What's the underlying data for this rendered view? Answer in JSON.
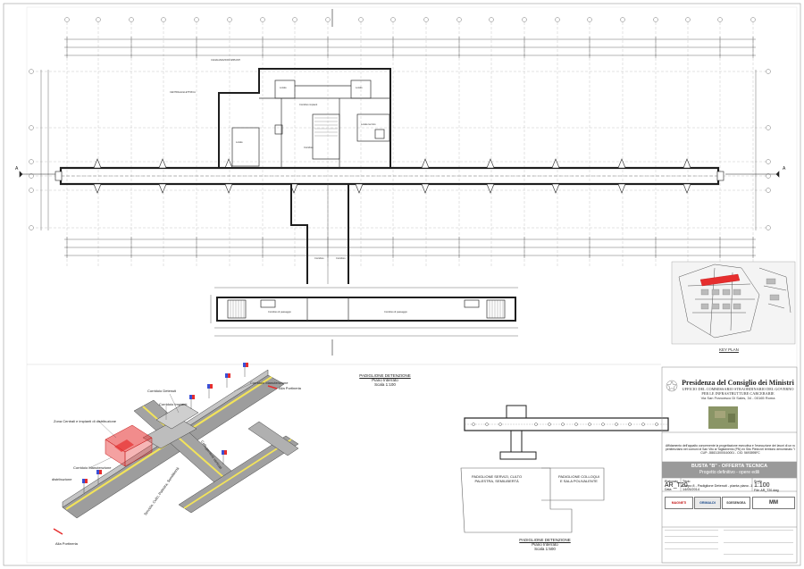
{
  "main_plan": {
    "caption_title": "PADIGLIONE DETENZIONE",
    "caption_floor": "Piano Interrato",
    "caption_scale": "Scala 1:100",
    "axis_left": "A",
    "axis_right": "A"
  },
  "small_plan": {
    "caption_title": "PADIGLIONE DETENZIONE",
    "caption_floor": "Piano Interrato",
    "caption_scale": "Scala 1:500",
    "room_1": "PADIGLIONE SERVIZI, CULTO\nPALESTRA, SEMILIBERTÀ",
    "room_2": "PADIGLIONE COLLOQUI\nE SALA POLIVALENTE"
  },
  "axonometric": {
    "label_corridoio_detenuti": "Corridoio Detenuti",
    "label_corridoio_manutenzione_top": "Corridoio Manutenzione",
    "label_corridoio_impianti": "Corridoio Impianti",
    "label_zona_centrali": "Zona Centrali e impianti di distribuzione",
    "label_corridoio_manutenzione_left": "Corridoio Manutenzione",
    "label_distribuzione": "distribuzione",
    "label_serv_vert": "Servizio, Culto, Palestra, Semilibertà",
    "label_collegamenti": "Collegamenti verticali",
    "label_alla_portineria_right": "Alla Portineria",
    "label_alla_portineria_left": "Alla Portineria"
  },
  "key_plan": {
    "label": "KEY PLAN"
  },
  "title_block": {
    "org_name": "Presidenza del Consiglio dei Ministri",
    "org_line_1": "UFFICIO DEL COMMISSARIO STRAORDINARIO DEL GOVERNO",
    "org_line_2": "PER LE INFRASTRUTTURE CARCERARIE",
    "org_address": "Via San Francesco Di Sales, 34 - 00165 Roma",
    "project_desc_1": "Affidamento dell'appalto concernente la progettazione esecutiva e l'esecuzione dei lavori di un nuovo istituto",
    "project_desc_2": "penitenziario nei comuni di San Vito al Tagliamento (PN) ex Sito Pietà nel territorio denominato \"Caserma F.lli Dall'Armi\"",
    "project_desc_3": "CUP: J88G13000160001 - CIG: 5693595FC",
    "busta_title": "BUSTA \"B\" - OFFERTA TECNICA",
    "busta_subtitle": "Progetto definitivo - opere edili",
    "label_elaborato": "Elaborato",
    "label_titolo": "Titolo",
    "label_scala": "Scala",
    "label_data": "Data",
    "code": "AR_T20",
    "title_text": "Corpo 8 - Padiglione Detenuti - pianta piano -1",
    "scale": "1:100",
    "date": "14/05/2014",
    "file_ref": "File: AR_T20.dwg",
    "logo_1": "MAGNETI",
    "logo_2": "GRIMALDI",
    "logo_3": "SOESENGEA",
    "logo_4": "MM"
  },
  "colors": {
    "line": "#2b2b2b",
    "grid": "#9e9e9e",
    "yellow": "#f2e35a",
    "red": "#e62e2e",
    "concrete": "#8c8c8c",
    "band_gray": "#9a9a9a"
  }
}
